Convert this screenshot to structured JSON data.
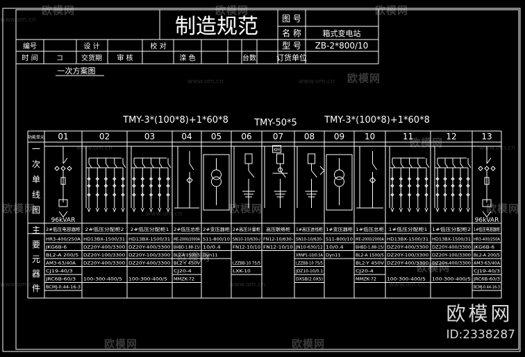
{
  "title_block": {
    "title": "制造规范",
    "drawing_no_label": "图 号",
    "name_label": "名 称",
    "name_value": "箱式变电站",
    "model_label": "型 号",
    "model_value": "ZB-2*800/10",
    "customer_label": "订货单位",
    "row1": [
      "编号",
      "设 计",
      "校 对"
    ],
    "row2": [
      "时 间",
      "コ",
      "交货期",
      "审 核",
      "滦 色",
      "台数"
    ],
    "scheme_label": "一次方案图"
  },
  "busbars": {
    "left": "TMY-3*(100*8)+1*60*8",
    "middle": "TMY-50*5",
    "right": "TMY-3*(100*8)+1*60*8"
  },
  "panels": {
    "corner_label": "功能单元",
    "numbers": [
      "01",
      "02",
      "03",
      "04",
      "05",
      "06",
      "07",
      "08",
      "09",
      "10",
      "11",
      "12",
      "13"
    ],
    "capacitor_left": "96kVAR",
    "capacitor_right": "96kVAR",
    "side_label_1": [
      "一",
      "次",
      "单",
      "线",
      "图"
    ],
    "side_label_2": [
      "主",
      "要",
      "元",
      "器",
      "件"
    ],
    "km_label": "KM",
    "names": [
      "2#低压电容器柜",
      "2#低压分配柜2",
      "2#低压分配柜1",
      "2#低压总柜",
      "2#变压器柜",
      "2#高压计量柜",
      "高压联络柜",
      "1#高压进线柜",
      "1#变压器柜",
      "1#低压总柜",
      "1#低压分配柜1",
      "1#低压分配柜2",
      "1#低压电容器柜"
    ],
    "components": [
      [
        "HR3-400/250A",
        "JKG6B-6",
        "BL2-A 200/5",
        "AM3-63/40A",
        "CJ19-40/3",
        "JRC6B-60/3",
        "BCMJ-0.44-16-3"
      ],
      [
        "HD13BX-1500/31",
        "DZ20Y-400/3300",
        "DZ20Y-100/3300",
        "DZ20Y-400/3300",
        "",
        "100-300-400/5"
      ],
      [
        "HD13BX-1500/31",
        "DZ20Y-400/3300",
        "DZ20Y-100/3300",
        "DZ20Y-400/3300",
        "",
        "100-300-400/5"
      ],
      [
        "ME-2000/2000A",
        "BHBD-1.88-15/",
        "BL2-A 1500/5",
        "BL2-Y 450V",
        "CJ20-4",
        "MMZK-72"
      ],
      [
        "S11-800/10",
        "10/0.4",
        "Dyn11"
      ],
      [
        "SN10-10/630-/",
        "FN12-10/10",
        "",
        "LZZBB-10 75/5",
        "LXK-10",
        ""
      ],
      [
        "FN12-10/630-",
        "FN12-10/10",
        "",
        "",
        "",
        ""
      ],
      [
        "SN10-10/630-",
        "JN10-630/12",
        "XRNP1-10/0.5A",
        "LZZBB-10 75/5",
        "JDZ10-10/0.1",
        "DXSB(2.0X5)"
      ],
      [
        "S11-800/10",
        "10/0.4",
        "Dyn11"
      ],
      [
        "ME-2000/2000A",
        "BHBD-1.88-15/",
        "BL2-A 1500/5",
        "BL2-Y 450V",
        "CJ20-4",
        "MMZK-72"
      ],
      [
        "HD13BX-1500/31",
        "DZ20Y-400/3300",
        "DZ20Y-100/3300",
        "DZ20Y-400/3300",
        "",
        "100-300-400/5"
      ],
      [
        "HD13BX-1500/31",
        "DZ20Y-400/3300",
        "DZ20Y-100/3300",
        "DZ20Y-400/3300",
        "",
        "100-300-400/5"
      ],
      [
        "HR3-400/250A",
        "JKG6B-6",
        "BL2-A 200/5",
        "AM3-63/40A",
        "CJ19-40/3",
        "JRC6B-60/3",
        "BCMJ-0.44-16-3"
      ]
    ]
  },
  "watermarks": {
    "brand": "欧模网",
    "url": "www.om.cn",
    "big_brand": "欧模网",
    "id_text": "ID:2338287"
  }
}
